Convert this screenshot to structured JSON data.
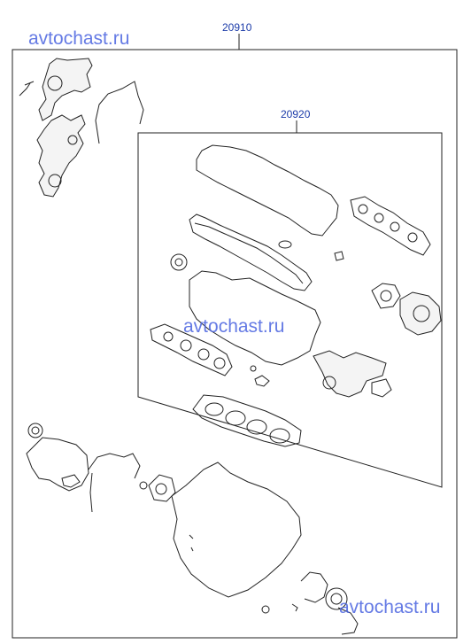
{
  "callouts": {
    "outer_kit": "20910",
    "inner_kit": "20920"
  },
  "watermarks": {
    "top_left": "avtochast.ru",
    "center": "avtochast.ru",
    "bottom_right": "avtochast.ru"
  },
  "colors": {
    "callout_text": "#1a3aa8",
    "watermark_text": "#4a63e0",
    "line_art": "#222222"
  }
}
